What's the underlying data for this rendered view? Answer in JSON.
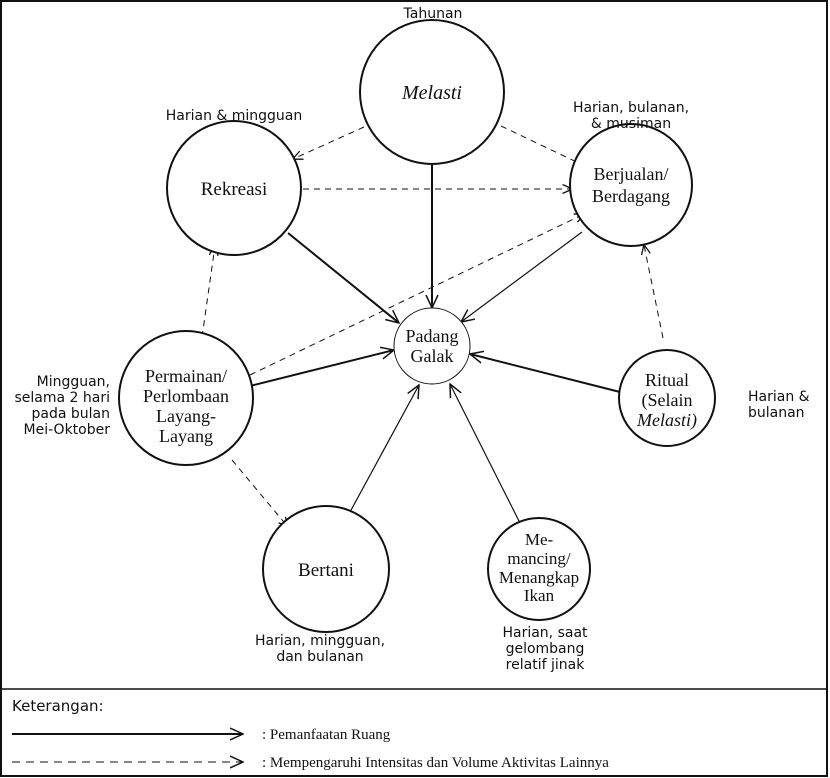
{
  "diagram": {
    "nodes": {
      "melasti": {
        "lines": [
          "Melasti"
        ],
        "italic": true
      },
      "rekreasi": {
        "lines": [
          "Rekreasi"
        ]
      },
      "berjualan": {
        "lines": [
          "Berjualan/",
          "Berdagang"
        ]
      },
      "padang": {
        "lines": [
          "Padang",
          "Galak"
        ]
      },
      "permainan": {
        "lines": [
          "Permainan/",
          "Perlombaan",
          "Layang-",
          "Layang"
        ]
      },
      "ritual": {
        "lines": [
          "Ritual",
          "(Selain",
          "Melasti)"
        ]
      },
      "bertani": {
        "lines": [
          "Bertani"
        ]
      },
      "memancing": {
        "lines": [
          "Me-",
          "mancing/",
          "Menangkap",
          "Ikan"
        ]
      }
    },
    "freq": {
      "melasti": [
        "Tahunan"
      ],
      "rekreasi": [
        "Harian & mingguan"
      ],
      "berjualan": [
        "Harian, bulanan,",
        "& musiman"
      ],
      "permainan": [
        "Mingguan,",
        "selama 2 hari",
        "pada bulan",
        "Mei-Oktober"
      ],
      "ritual": [
        "Harian &",
        "bulanan"
      ],
      "bertani": [
        "Harian, mingguan,",
        "dan bulanan"
      ],
      "memancing": [
        "Harian, saat",
        "gelombang",
        "relatif jinak"
      ]
    }
  },
  "legend": {
    "title": "Keterangan:",
    "solid_label": ": Pemanfaatan Ruang",
    "dashed_label": ": Mempengaruhi Intensitas dan Volume Aktivitas Lainnya"
  }
}
